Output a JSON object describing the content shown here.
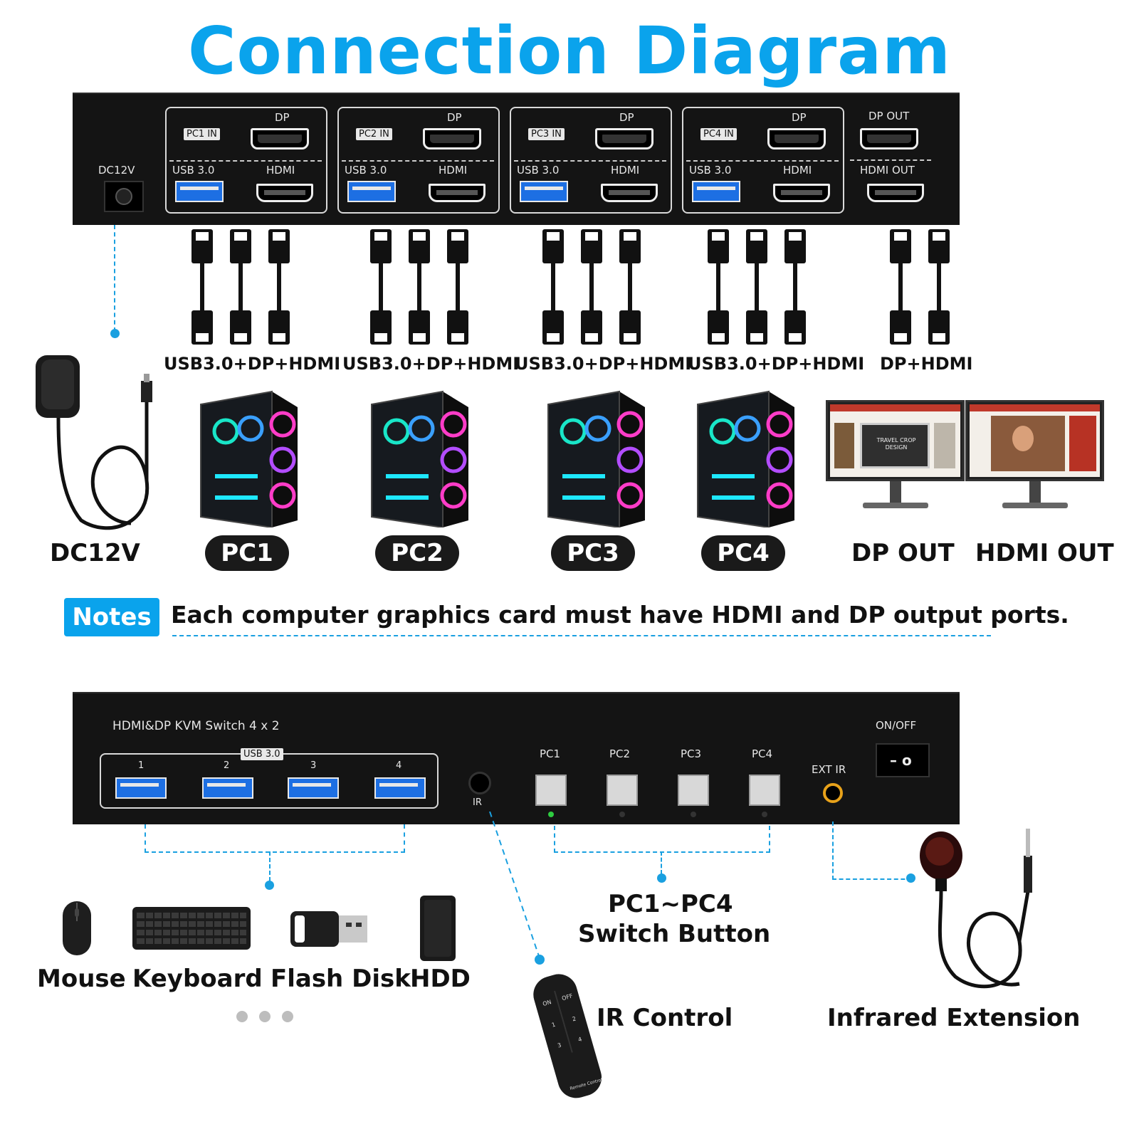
{
  "title": "Connection Diagram",
  "rear_panel": {
    "dc_label": "DC12V",
    "groups": [
      {
        "in_label": "PC1 IN",
        "dp_label": "DP",
        "usb_label": "USB 3.0",
        "hdmi_label": "HDMI"
      },
      {
        "in_label": "PC2 IN",
        "dp_label": "DP",
        "usb_label": "USB 3.0",
        "hdmi_label": "HDMI"
      },
      {
        "in_label": "PC3 IN",
        "dp_label": "DP",
        "usb_label": "USB 3.0",
        "hdmi_label": "HDMI"
      },
      {
        "in_label": "PC4 IN",
        "dp_label": "DP",
        "usb_label": "USB 3.0",
        "hdmi_label": "HDMI"
      }
    ],
    "dp_out_label": "DP OUT",
    "hdmi_out_label": "HDMI OUT"
  },
  "cable_labels": [
    "USB3.0+DP+HDMI",
    "USB3.0+DP+HDMI",
    "USB3.0+DP+HDMI",
    "USB3.0+DP+HDMI",
    "DP+HDMI"
  ],
  "devices": {
    "dc": "DC12V",
    "pcs": [
      "PC1",
      "PC2",
      "PC3",
      "PC4"
    ],
    "dp_out": "DP OUT",
    "hdmi_out": "HDMI OUT",
    "monitor_slide_text": "TRAVEL CROP DESIGN"
  },
  "notes": {
    "badge": "Notes",
    "text": "Each computer graphics card must have HDMI and DP output ports."
  },
  "front_panel": {
    "model": "HDMI&DP KVM Switch 4 x 2",
    "usb_group_label": "USB 3.0",
    "usb_ports": [
      "1",
      "2",
      "3",
      "4"
    ],
    "ir_label": "IR",
    "pc_buttons": [
      "PC1",
      "PC2",
      "PC3",
      "PC4"
    ],
    "ext_ir_label": "EXT IR",
    "power_label": "ON/OFF",
    "power_symbols": "– o",
    "active_led_color": "#2ecc40"
  },
  "peripherals": [
    "Mouse",
    "Keyboard",
    "Flash Disk",
    "HDD"
  ],
  "switch_button_label_1": "PC1~PC4",
  "switch_button_label_2": "Switch Button",
  "ir_control_label": "IR Control",
  "infrared_extension_label": "Infrared Extension",
  "remote_labels": {
    "on": "ON",
    "off": "OFF",
    "b1": "1",
    "b2": "2",
    "b3": "3",
    "b4": "4",
    "brand": "Remote Control"
  },
  "colors": {
    "accent": "#0aa3ec",
    "panel": "#141414"
  }
}
